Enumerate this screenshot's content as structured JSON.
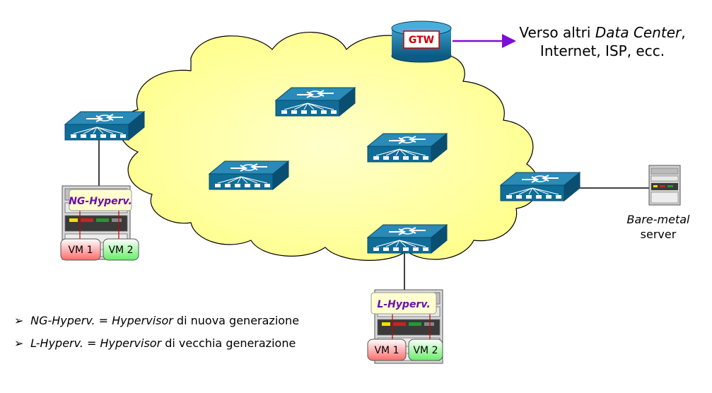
{
  "gateway": {
    "label": "GTW"
  },
  "destination": {
    "line1_prefix": "Verso altri ",
    "line1_italic": "Data Center",
    "line1_suffix": ",",
    "line2": "Internet, ISP, ecc."
  },
  "bare_metal": {
    "line1": "Bare-metal",
    "line2": "server"
  },
  "ng_host": {
    "hypervisor_label": "NG-Hyperv.",
    "vm1": "VM 1",
    "vm2": "VM 2"
  },
  "l_host": {
    "hypervisor_label": "L-Hyperv.",
    "vm1": "VM 1",
    "vm2": "VM 2"
  },
  "legend": [
    {
      "bullet": "➢",
      "term": "NG-Hyperv.",
      "equals": " = ",
      "definition_italic": "Hypervisor",
      "definition_rest": " di nuova generazione"
    },
    {
      "bullet": "➢",
      "term": "L-Hyperv.",
      "equals": " = ",
      "definition_italic": "Hypervisor",
      "definition_rest": " di vecchia generazione"
    }
  ],
  "colors": {
    "cloud_fill": "#ffff99",
    "switch_top": "#1f7ea8",
    "switch_side": "#0c5677",
    "arrow": "#7b0fd6",
    "gtw_text": "#cc0000",
    "hyp_text": "#6a0dad",
    "vm1_fill": "#ff9a9a",
    "vm2_fill": "#9cff9c"
  }
}
